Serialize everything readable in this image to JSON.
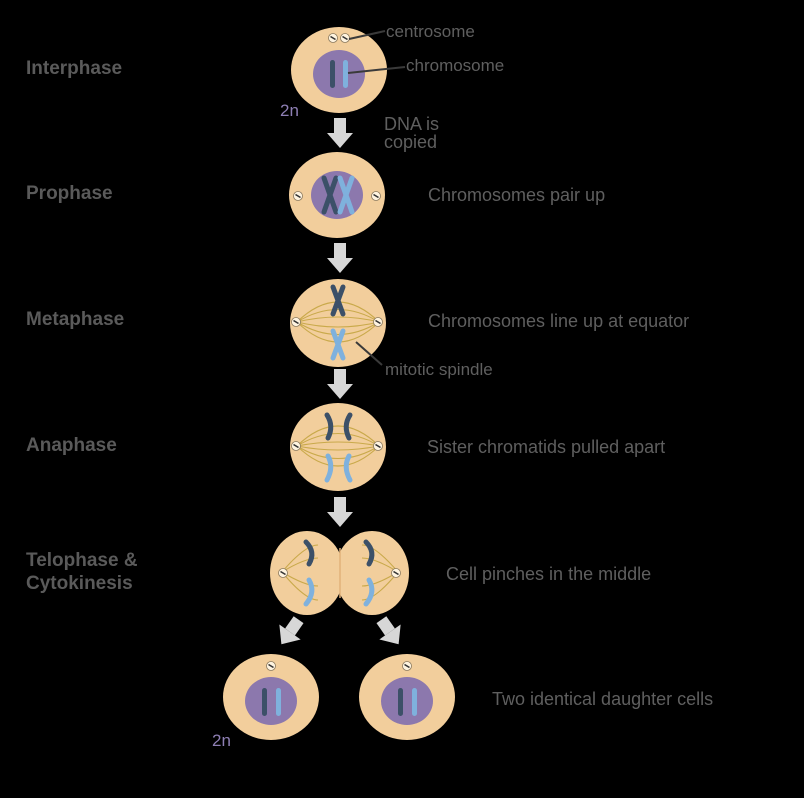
{
  "phases": {
    "interphase": "Interphase",
    "prophase": "Prophase",
    "metaphase": "Metaphase",
    "anaphase": "Anaphase",
    "telophase_line1": "Telophase &",
    "telophase_line2": "Cytokinesis"
  },
  "descriptions": {
    "dna_copied_line1": "DNA is",
    "dna_copied_line2": "copied",
    "prophase": "Chromosomes pair up",
    "metaphase": "Chromosomes line up at equator",
    "anaphase": "Sister chromatids pulled apart",
    "telophase": "Cell pinches in the middle",
    "daughters": "Two identical daughter cells"
  },
  "callouts": {
    "centrosome": "centrosome",
    "chromosome": "chromosome",
    "mitotic_spindle": "mitotic spindle"
  },
  "ploidy": {
    "top": "2n",
    "bottom": "2n"
  },
  "colors": {
    "background": "#000000",
    "cytoplasm": "#f2ce9c",
    "nucleus": "#8c78ad",
    "chromosome_dark": "#3c5068",
    "chromosome_light": "#7fb1dd",
    "spindle": "#c9a94a",
    "arrow": "#d7d7d7",
    "text": "#5f5f5f",
    "ploidy_text": "#8e7fb4"
  }
}
